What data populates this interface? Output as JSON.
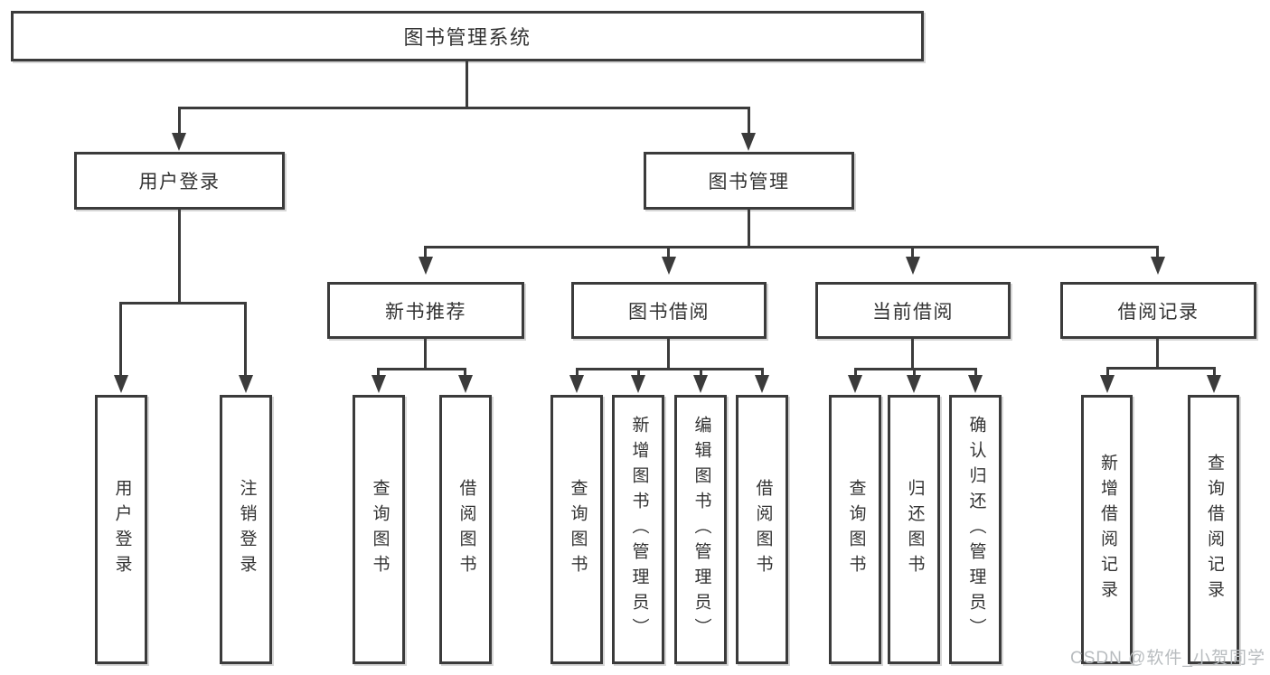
{
  "diagram": {
    "root": {
      "label": "图书管理系统"
    },
    "user_login": {
      "label": "用户登录",
      "children": [
        {
          "label": "用户登录"
        },
        {
          "label": "注销登录"
        }
      ]
    },
    "book_mgmt": {
      "label": "图书管理",
      "sections": [
        {
          "label": "新书推荐",
          "children": [
            {
              "label": "查询图书"
            },
            {
              "label": "借阅图书"
            }
          ]
        },
        {
          "label": "图书借阅",
          "children": [
            {
              "label": "查询图书"
            },
            {
              "label": "新增图书（管理员）"
            },
            {
              "label": "编辑图书（管理员）"
            },
            {
              "label": "借阅图书"
            }
          ]
        },
        {
          "label": "当前借阅",
          "children": [
            {
              "label": "查询图书"
            },
            {
              "label": "归还图书"
            },
            {
              "label": "确认归还（管理员）"
            }
          ]
        },
        {
          "label": "借阅记录",
          "children": [
            {
              "label": "新增借阅记录"
            },
            {
              "label": "查询借阅记录"
            }
          ]
        }
      ]
    }
  },
  "watermark": {
    "text": "CSDN @软件_小贺同学"
  },
  "colors": {
    "line": "#3b3b3b",
    "text": "#333333",
    "background": "#ffffff",
    "watermark": "#b8bcbf"
  }
}
